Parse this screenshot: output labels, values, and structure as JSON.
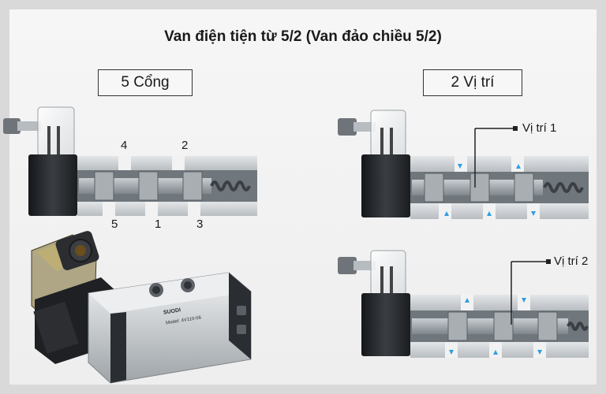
{
  "title": "Van điện tiện từ 5/2 (Van đảo chiều 5/2)",
  "ports_label": "5 Cổng",
  "positions_label": "2 Vị trí",
  "ports": {
    "p4": "4",
    "p2": "2",
    "p5": "5",
    "p1": "1",
    "p3": "3"
  },
  "callouts": {
    "position1": "Vị trí 1",
    "position2": "Vị trí 2"
  },
  "photo_label": {
    "brand": "SUODI",
    "model": "Model: 4V110-06"
  },
  "colors": {
    "background": "#eeeeee",
    "valve_body": "#9aa1a7",
    "valve_dark": "#2a2d31",
    "arrow": "#2f9ee0"
  }
}
